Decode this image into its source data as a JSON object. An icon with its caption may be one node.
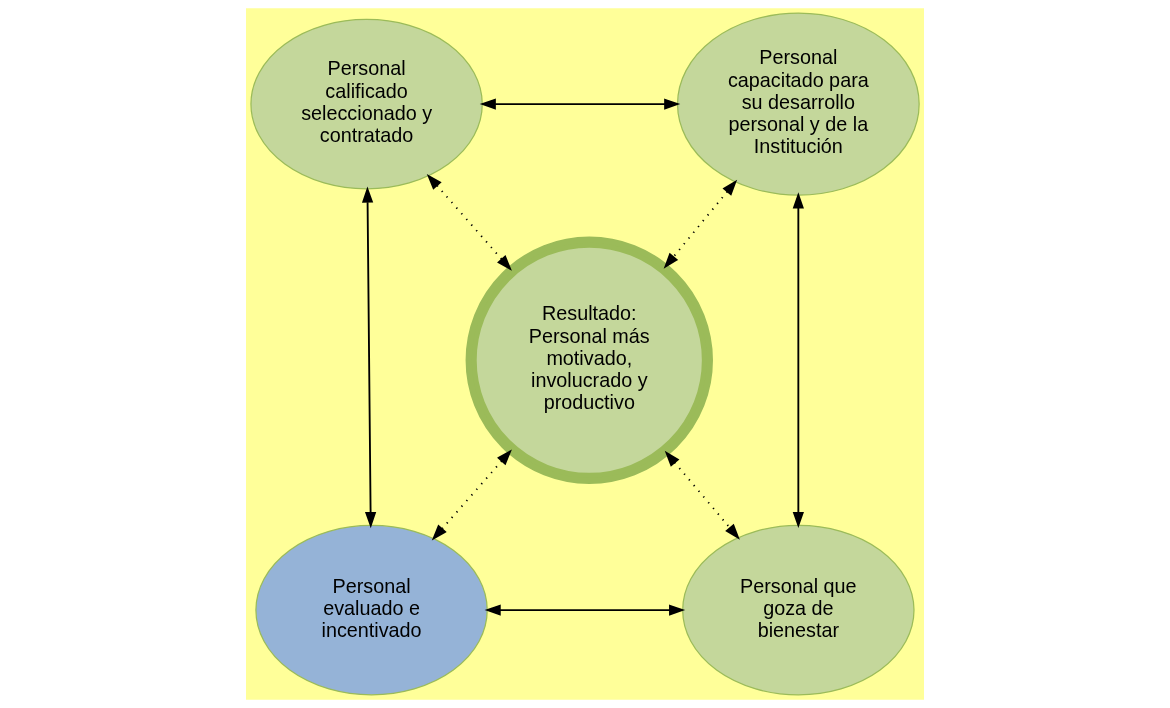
{
  "diagram": {
    "nodes": [
      {
        "text": [
          "Personal calificado seleccionado y contratado"
        ]
      },
      {
        "text": [
          "Personal capacitado para su desarrollo personal y de la Institución"
        ]
      },
      {
        "text": [
          "Resultado: Personal más motivado, involucrado y productivo"
        ]
      },
      {
        "text": [
          "Personal evaluado e incentivado"
        ]
      },
      {
        "text": [
          "Personal que goza de bienestar"
        ]
      }
    ],
    "edges": [
      {
        "from": 0,
        "to": 1,
        "arrow": "both"
      },
      {
        "from": 0,
        "to": 3,
        "arrow": "both"
      },
      {
        "from": 1,
        "to": 4,
        "arrow": "both"
      },
      {
        "from": 3,
        "to": 4,
        "arrow": "both"
      },
      {
        "from": 0,
        "to": 2,
        "arrow": "both",
        "style": "dashed"
      },
      {
        "from": 1,
        "to": 2,
        "arrow": "both",
        "style": "dashed"
      },
      {
        "from": 2,
        "to": 3,
        "arrow": "both",
        "style": "dashed"
      },
      {
        "from": 2,
        "to": 4,
        "arrow": "both",
        "style": "dashed"
      }
    ]
  }
}
